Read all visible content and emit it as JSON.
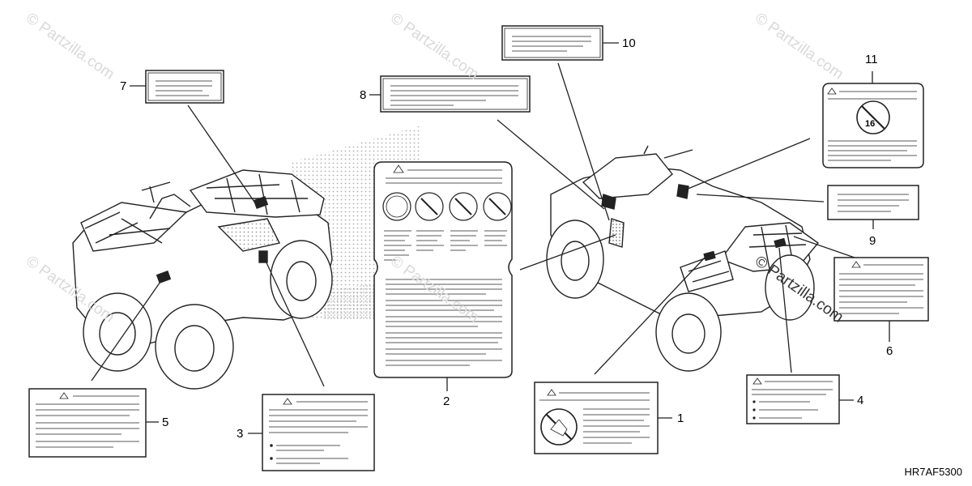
{
  "diagram_code": "HR7AF5300",
  "watermark": "© Partzilla.com",
  "callouts": {
    "n1": "1",
    "n2": "2",
    "n3": "3",
    "n4": "4",
    "n5": "5",
    "n6": "6",
    "n7": "7",
    "n8": "8",
    "n9": "9",
    "n10": "10",
    "n11": "11"
  },
  "label_11_pictogram_text": "16"
}
